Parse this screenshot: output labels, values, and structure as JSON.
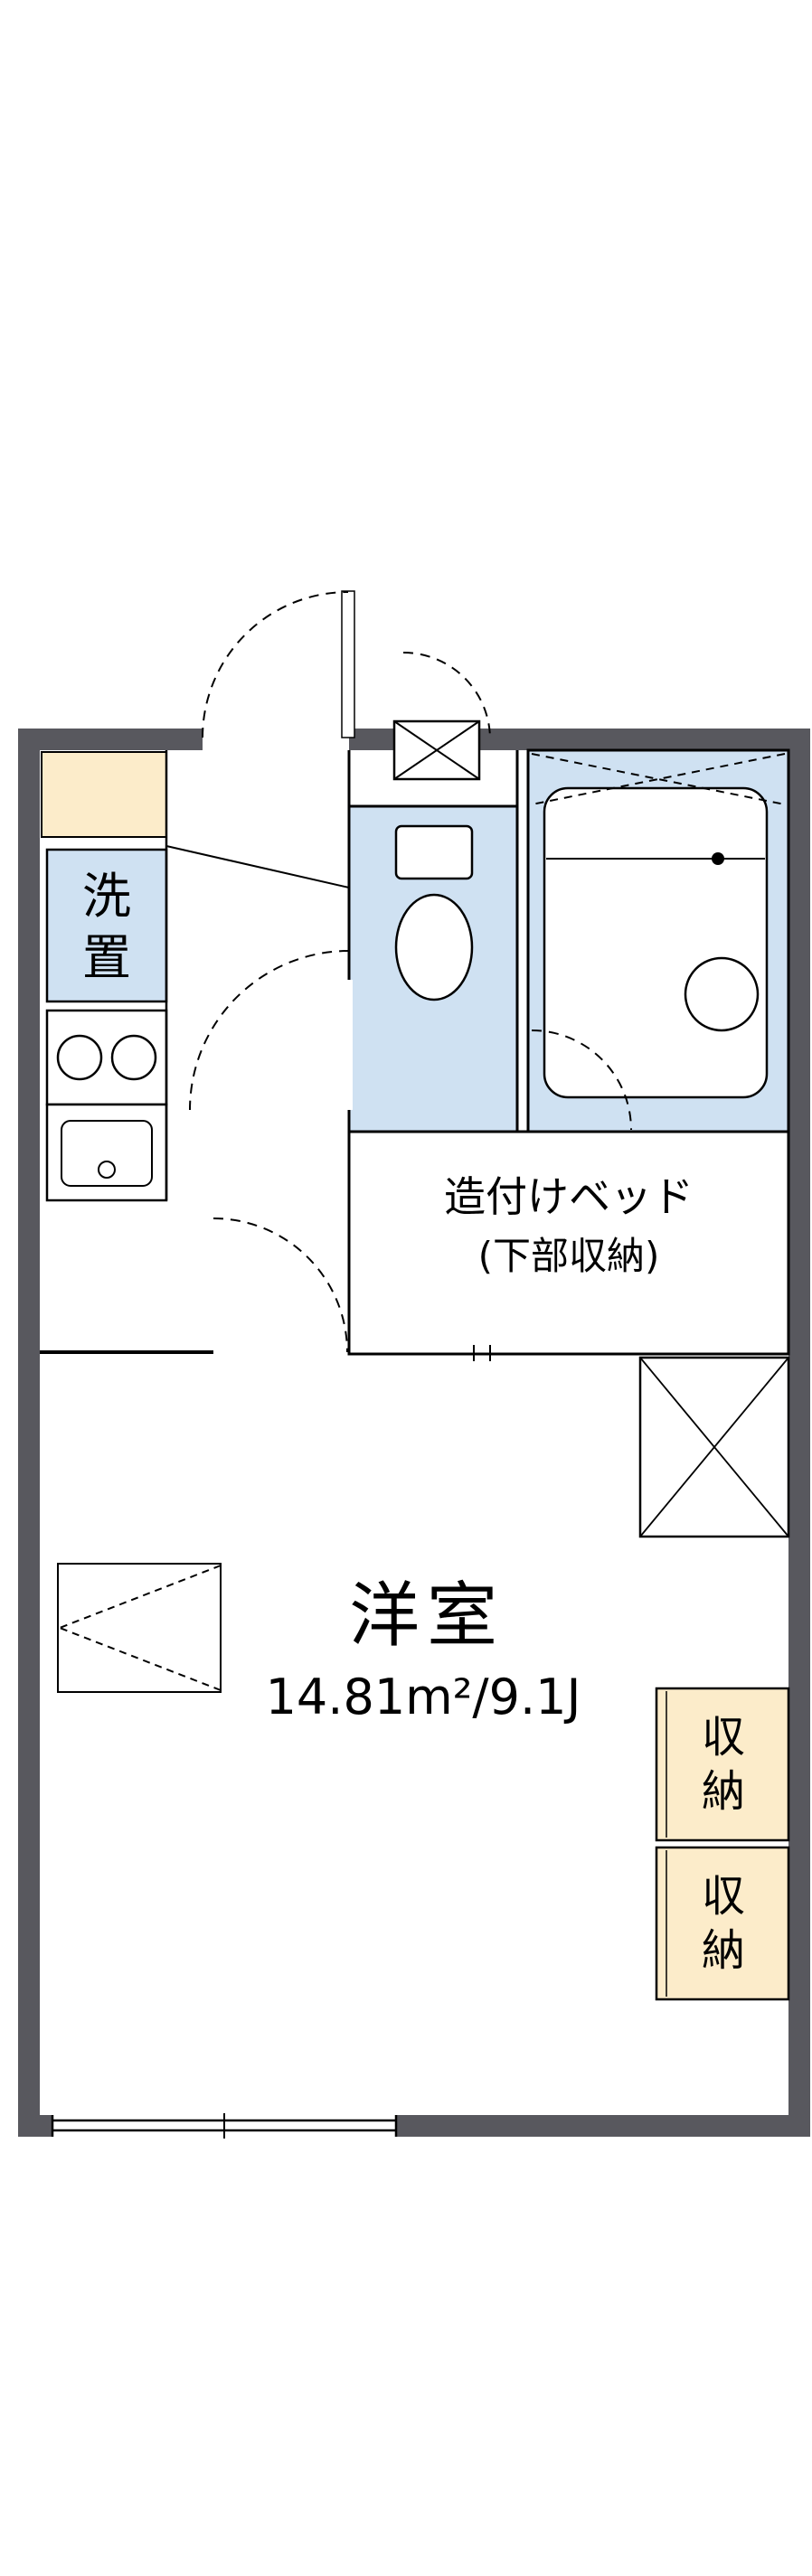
{
  "floorplan": {
    "rooms": {
      "laundry": {
        "label": "洗置",
        "chars": [
          "洗",
          "置"
        ]
      },
      "bed": {
        "line1": "造付けベッド",
        "line2": "(下部収納)"
      },
      "main_room": {
        "name": "洋室",
        "area": "14.81m²/9.1J"
      },
      "storage_top": {
        "label": "収納",
        "chars": [
          "収",
          "納"
        ]
      },
      "storage_bottom": {
        "label": "収納",
        "chars": [
          "収",
          "納"
        ]
      }
    },
    "colors": {
      "wall_gray": "#58585e",
      "water_blue": "#cfe1f2",
      "closet_cream": "#fcecca",
      "line_black": "#000000",
      "background": "#ffffff"
    }
  }
}
